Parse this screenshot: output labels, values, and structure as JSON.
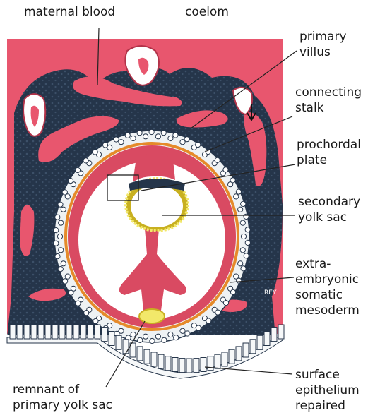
{
  "labels": {
    "maternal_blood": "maternal blood",
    "coelom": "coelom",
    "primary_villus": [
      "primary",
      "villus"
    ],
    "connecting_stalk": [
      "connecting",
      "stalk"
    ],
    "prochordal_plate": [
      "prochordal",
      "plate"
    ],
    "secondary_yolk_sac": [
      "secondary",
      "yolk sac"
    ],
    "extraembryonic_somatic_mesoderm": [
      "extra-",
      "embryonic",
      "somatic",
      "mesoderm"
    ],
    "remnant_primary_yolk_sac": [
      "remnant of",
      "primary yolk sac"
    ],
    "surface_epithelium": [
      "surface",
      "epithelium",
      "repaired"
    ],
    "artist_signature": "REY"
  },
  "colors": {
    "endometrium": "#e8566e",
    "trophoblast": "#25354a",
    "trophoblast_spots": "#3c5068",
    "mesoderm": "#d94a62",
    "cavity": "#ffffff",
    "yolk": "#f2e86a",
    "yolk_border": "#c8b020",
    "orange_rim": "#e58a2a",
    "label_text": "#1a1a1a",
    "leader_line": "#222222"
  }
}
